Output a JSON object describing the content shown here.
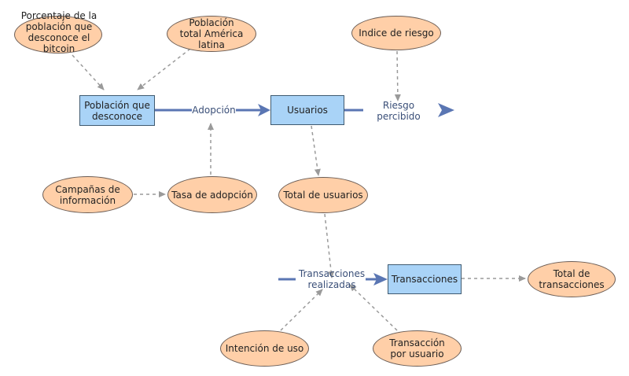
{
  "colors": {
    "ellipse_fill": "#ffcfa8",
    "stock_fill": "#a9d3f7",
    "flow_line": "#5a76b3",
    "dashed_link": "#9a9a9a",
    "flow_label_text": "#3a4f78"
  },
  "nodes": {
    "porcentaje": "Porcentaje de la población que desconoce el bitcoin",
    "poblacion_total": "Población total América latina",
    "indice_riesgo": "Indice de riesgo",
    "poblacion_desconoce": "Población que desconoce",
    "usuarios": "Usuarios",
    "campanas": "Campañas de información",
    "tasa_adopcion": "Tasa de adopción",
    "total_usuarios": "Total de usuarios",
    "transacciones": "Transacciones",
    "total_transacciones": "Total de transacciones",
    "intencion_uso": "Intención de uso",
    "transaccion_usuario": "Transacción por usuario"
  },
  "flows": {
    "adopcion": "Adopción",
    "riesgo_percibido": "Riesgo percibido",
    "transacciones_realizadas": "Transacciones realizadas"
  }
}
